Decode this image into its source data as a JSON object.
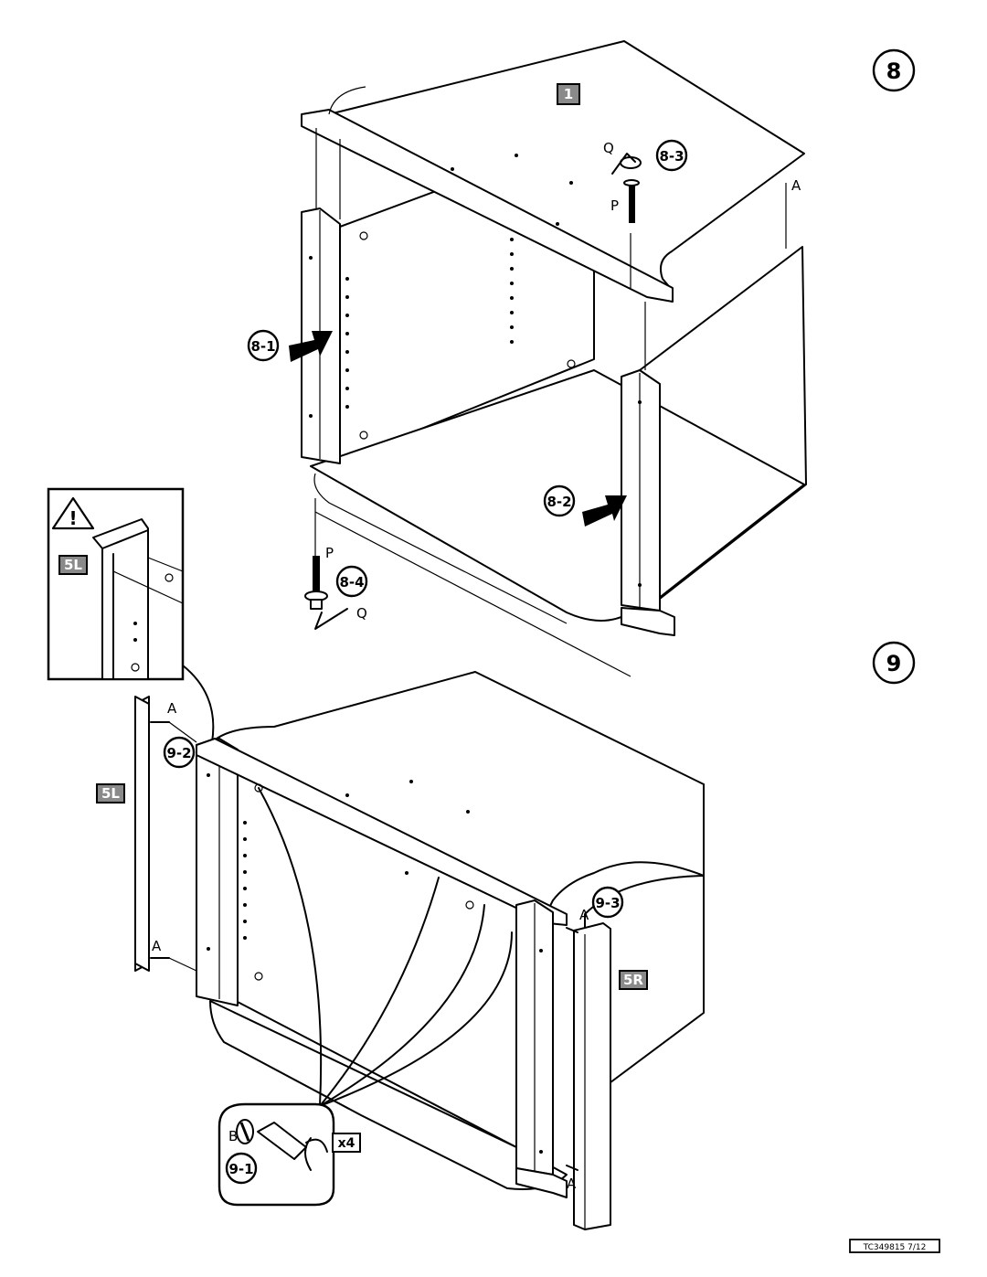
{
  "steps": {
    "step8": {
      "number": "8"
    },
    "step9": {
      "number": "9"
    }
  },
  "substeps": {
    "s8_1": "8-1",
    "s8_2": "8-2",
    "s8_3": "8-3",
    "s8_4": "8-4",
    "s9_1": "9-1",
    "s9_2": "9-2",
    "s9_3": "9-3"
  },
  "parts": {
    "top_panel": "1",
    "side_left_inset": "5L",
    "side_left": "5L",
    "side_right": "5R"
  },
  "hardware": {
    "allen_key": "Q",
    "bolt": "P",
    "dowel": "A",
    "cam_lock": "B",
    "quantity": "x4"
  },
  "warning_icon": "warning-triangle-icon",
  "footer": {
    "code": "TC349815  7/12"
  }
}
